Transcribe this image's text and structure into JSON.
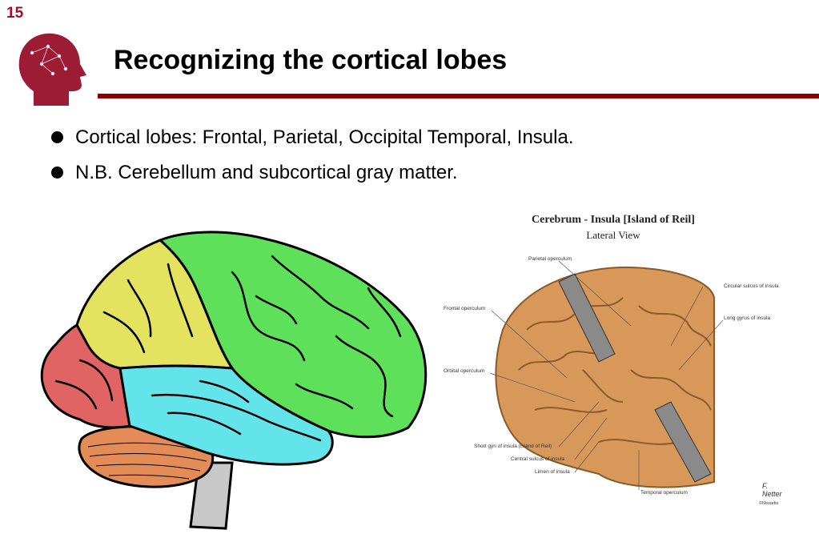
{
  "slide": {
    "number": "15",
    "title": "Recognizing the cortical lobes"
  },
  "bullets": [
    "Cortical lobes: Frontal, Parietal, Occipital Temporal, Insula.",
    "N.B. Cerebellum and subcortical gray matter."
  ],
  "figure_insula": {
    "title": "Cerebrum - Insula [Island of Reil]",
    "subtitle": "Lateral View",
    "labels": {
      "parietal_operculum": "Parietal operculum",
      "circular_sulcus": "Circular sulcus of insula",
      "long_gyrus": "Long gyrus of insula",
      "frontal_operculum": "Frontal operculum",
      "orbital_operculum": "Orbital operculum",
      "short_gyri": "Short gyri of insula (island of Reil)",
      "central_sulcus": "Central sulcus of insula",
      "limen": "Limen of insula",
      "temporal_operculum": "Temporal operculum"
    },
    "signature": "F. Netter",
    "copyright": "©Novartis"
  },
  "colors": {
    "accent": "#8b0000",
    "frontal": "#5ee05a",
    "parietal": "#e3e360",
    "occipital": "#e06464",
    "temporal": "#62e4ea",
    "cerebellum": "#e38c58",
    "brainstem": "#c8c8c8"
  }
}
